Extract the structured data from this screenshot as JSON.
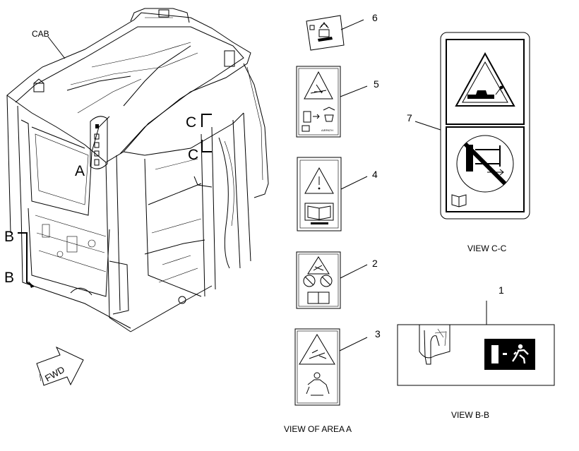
{
  "diagram": {
    "cab_label": "CAB",
    "section_b_top": "B",
    "section_b_bottom": "B",
    "section_c_top": "C",
    "section_c_bottom": "C",
    "area_a_label": "A",
    "fwd_label": "FWD",
    "callouts": [
      "6",
      "5",
      "4",
      "2",
      "3",
      "7",
      "1"
    ],
    "view_area_a": "VIEW OF AREA A",
    "view_c_c": "VIEW C-C",
    "view_b_b": "VIEW B-B",
    "decal_5_code": "AIRPATH"
  }
}
